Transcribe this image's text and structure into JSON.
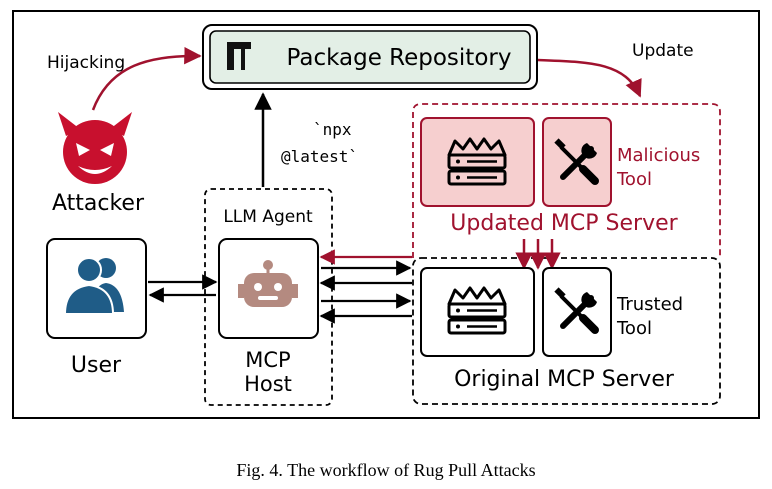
{
  "diagram": {
    "package_repository": "Package Repository",
    "update_label": "Update",
    "hijacking_label": "Hijacking",
    "attacker_label": "Attacker",
    "npx_line1": "`npx",
    "npx_line2": "@latest`",
    "llm_agent_label": "LLM Agent",
    "mcp_host_line1": "MCP",
    "mcp_host_line2": "Host",
    "user_label": "User",
    "malicious_tool_line1": "Malicious",
    "malicious_tool_line2": "Tool",
    "updated_server_label": "Updated MCP Server",
    "trusted_tool_line1": "Trusted",
    "trusted_tool_line2": "Tool",
    "original_server_label": "Original MCP Server"
  },
  "caption": "Fig. 4.  The workflow of Rug Pull Attacks",
  "colors": {
    "malicious": "#a0122e",
    "malicious_fill": "#f6cfcf",
    "repo_fill": "#e3efe6",
    "user_icon": "#1f5c87",
    "robot_icon": "#b48a80",
    "attacker_icon": "#c8102e"
  },
  "icons": [
    "package-repo-icon",
    "devil-icon",
    "user-group-icon",
    "robot-icon",
    "server-icon",
    "tools-icon"
  ]
}
